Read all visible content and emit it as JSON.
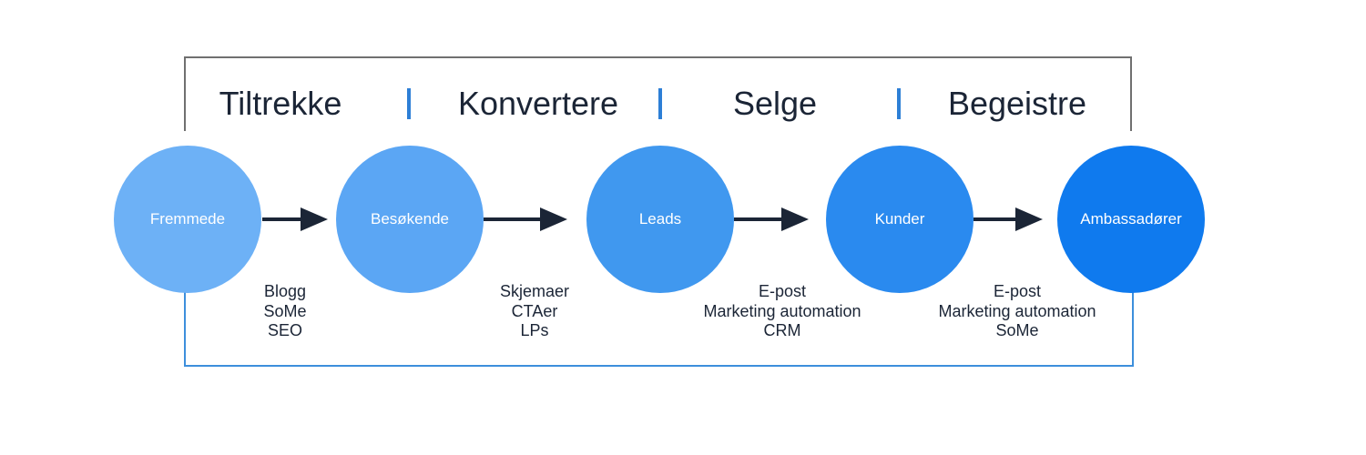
{
  "stages": [
    "Tiltrekke",
    "Konvertere",
    "Selge",
    "Begeistre"
  ],
  "nodes": [
    {
      "label": "Fremmede",
      "color": "#6db1f6"
    },
    {
      "label": "Besøkende",
      "color": "#5ba6f4"
    },
    {
      "label": "Leads",
      "color": "#4098ef"
    },
    {
      "label": "Kunder",
      "color": "#2a8aef"
    },
    {
      "label": "Ambassadører",
      "color": "#0f7aee"
    }
  ],
  "channels": [
    [
      "Blogg",
      "SoMe",
      "SEO"
    ],
    [
      "Skjemaer",
      "CTAer",
      "LPs"
    ],
    [
      "E-post",
      "Marketing automation",
      "CRM"
    ],
    [
      "E-post",
      "Marketing automation",
      "SoMe"
    ]
  ],
  "colors": {
    "text": "#1b2536",
    "separator": "#2d7fd6",
    "frame_top": "#707070",
    "frame_bottom": "#3d8fdc",
    "arrow": "#1b2536"
  }
}
